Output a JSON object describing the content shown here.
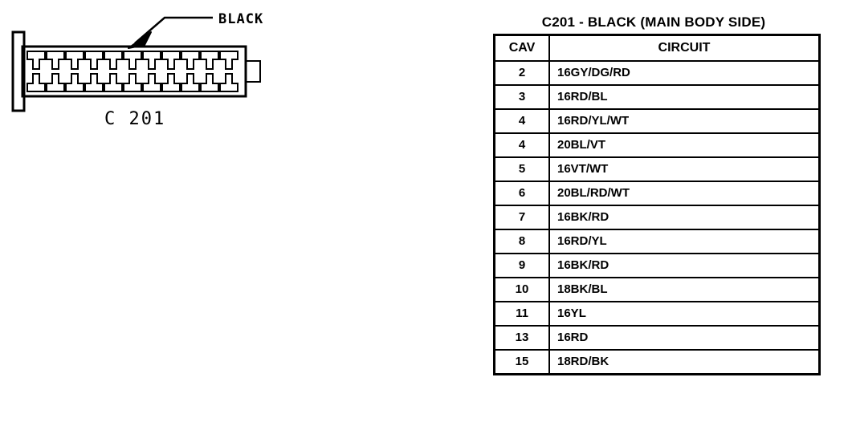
{
  "diagram": {
    "callout_label": "BLACK",
    "connector_name": "C 201",
    "cavity_columns": 11,
    "cavity_rows": 2
  },
  "table": {
    "title": "C201 - BLACK (MAIN BODY SIDE)",
    "columns": [
      "CAV",
      "CIRCUIT"
    ],
    "rows": [
      {
        "cav": "2",
        "circuit": "16GY/DG/RD"
      },
      {
        "cav": "3",
        "circuit": "16RD/BL"
      },
      {
        "cav": "4",
        "circuit": "16RD/YL/WT"
      },
      {
        "cav": "4",
        "circuit": "20BL/VT"
      },
      {
        "cav": "5",
        "circuit": "16VT/WT"
      },
      {
        "cav": "6",
        "circuit": "20BL/RD/WT"
      },
      {
        "cav": "7",
        "circuit": "16BK/RD"
      },
      {
        "cav": "8",
        "circuit": "16RD/YL"
      },
      {
        "cav": "9",
        "circuit": "16BK/RD"
      },
      {
        "cav": "10",
        "circuit": "18BK/BL"
      },
      {
        "cav": "11",
        "circuit": "16YL"
      },
      {
        "cav": "13",
        "circuit": "16RD"
      },
      {
        "cav": "15",
        "circuit": "18RD/BK"
      }
    ]
  },
  "colors": {
    "line": "#000000",
    "background": "#ffffff"
  }
}
